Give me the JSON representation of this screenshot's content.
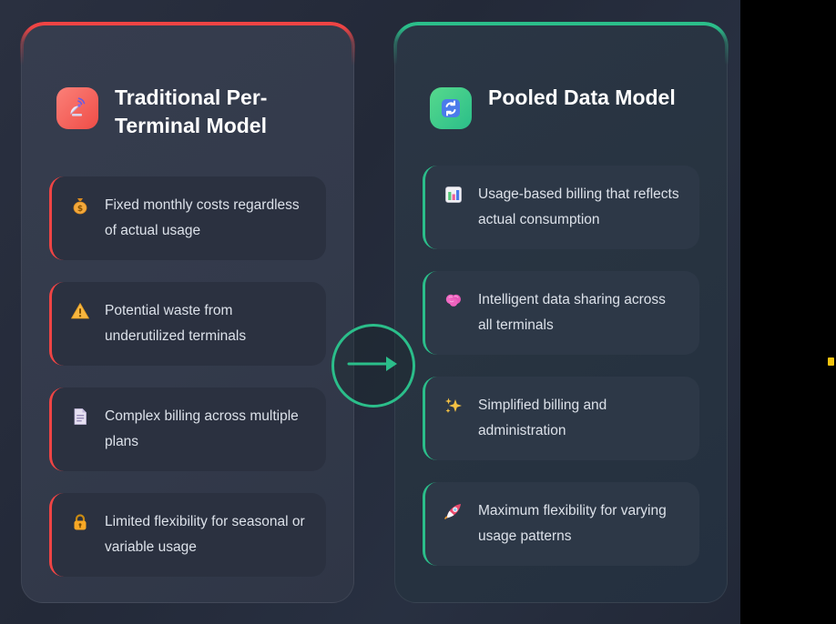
{
  "page": {
    "background": "#000000",
    "content_background": "#242b3a",
    "edge_marker_color": "#f2c40f"
  },
  "colors": {
    "red_accent": "#ef4444",
    "green_accent": "#2bbe8a",
    "card_left_bg": "#333a4b",
    "card_right_bg": "#273340",
    "title_text": "#ffffff",
    "item_text": "#dce1e9"
  },
  "center": {
    "icon": "arrow-right-icon"
  },
  "cards": [
    {
      "id": "traditional",
      "title": "Traditional Per-Terminal Model",
      "icon": "satellite-dish-icon",
      "accent": "#ef4444",
      "items": [
        {
          "icon": "money-bag-icon",
          "text": "Fixed monthly costs regardless of actual usage"
        },
        {
          "icon": "warning-icon",
          "text": "Potential waste from underutilized terminals"
        },
        {
          "icon": "document-icon",
          "text": "Complex billing across multiple plans"
        },
        {
          "icon": "lock-icon",
          "text": "Limited flexibility for seasonal or variable usage"
        }
      ]
    },
    {
      "id": "pooled",
      "title": "Pooled Data Model",
      "icon": "refresh-icon",
      "accent": "#2bbe8a",
      "items": [
        {
          "icon": "bar-chart-icon",
          "text": "Usage-based billing that reflects actual consumption"
        },
        {
          "icon": "brain-icon",
          "text": "Intelligent data sharing across all terminals"
        },
        {
          "icon": "sparkles-icon",
          "text": "Simplified billing and administration"
        },
        {
          "icon": "rocket-icon",
          "text": "Maximum flexibility for varying usage patterns"
        }
      ]
    }
  ]
}
